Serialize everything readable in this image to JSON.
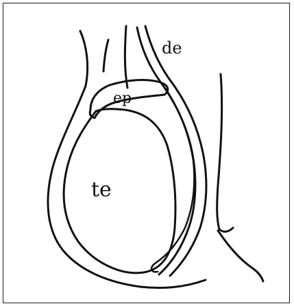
{
  "diagram": {
    "labels": {
      "de": "de",
      "ep": "ep",
      "te": "te"
    },
    "colors": {
      "line": "#111111",
      "background": "#ffffff",
      "frame": "#1a1a1a"
    }
  }
}
